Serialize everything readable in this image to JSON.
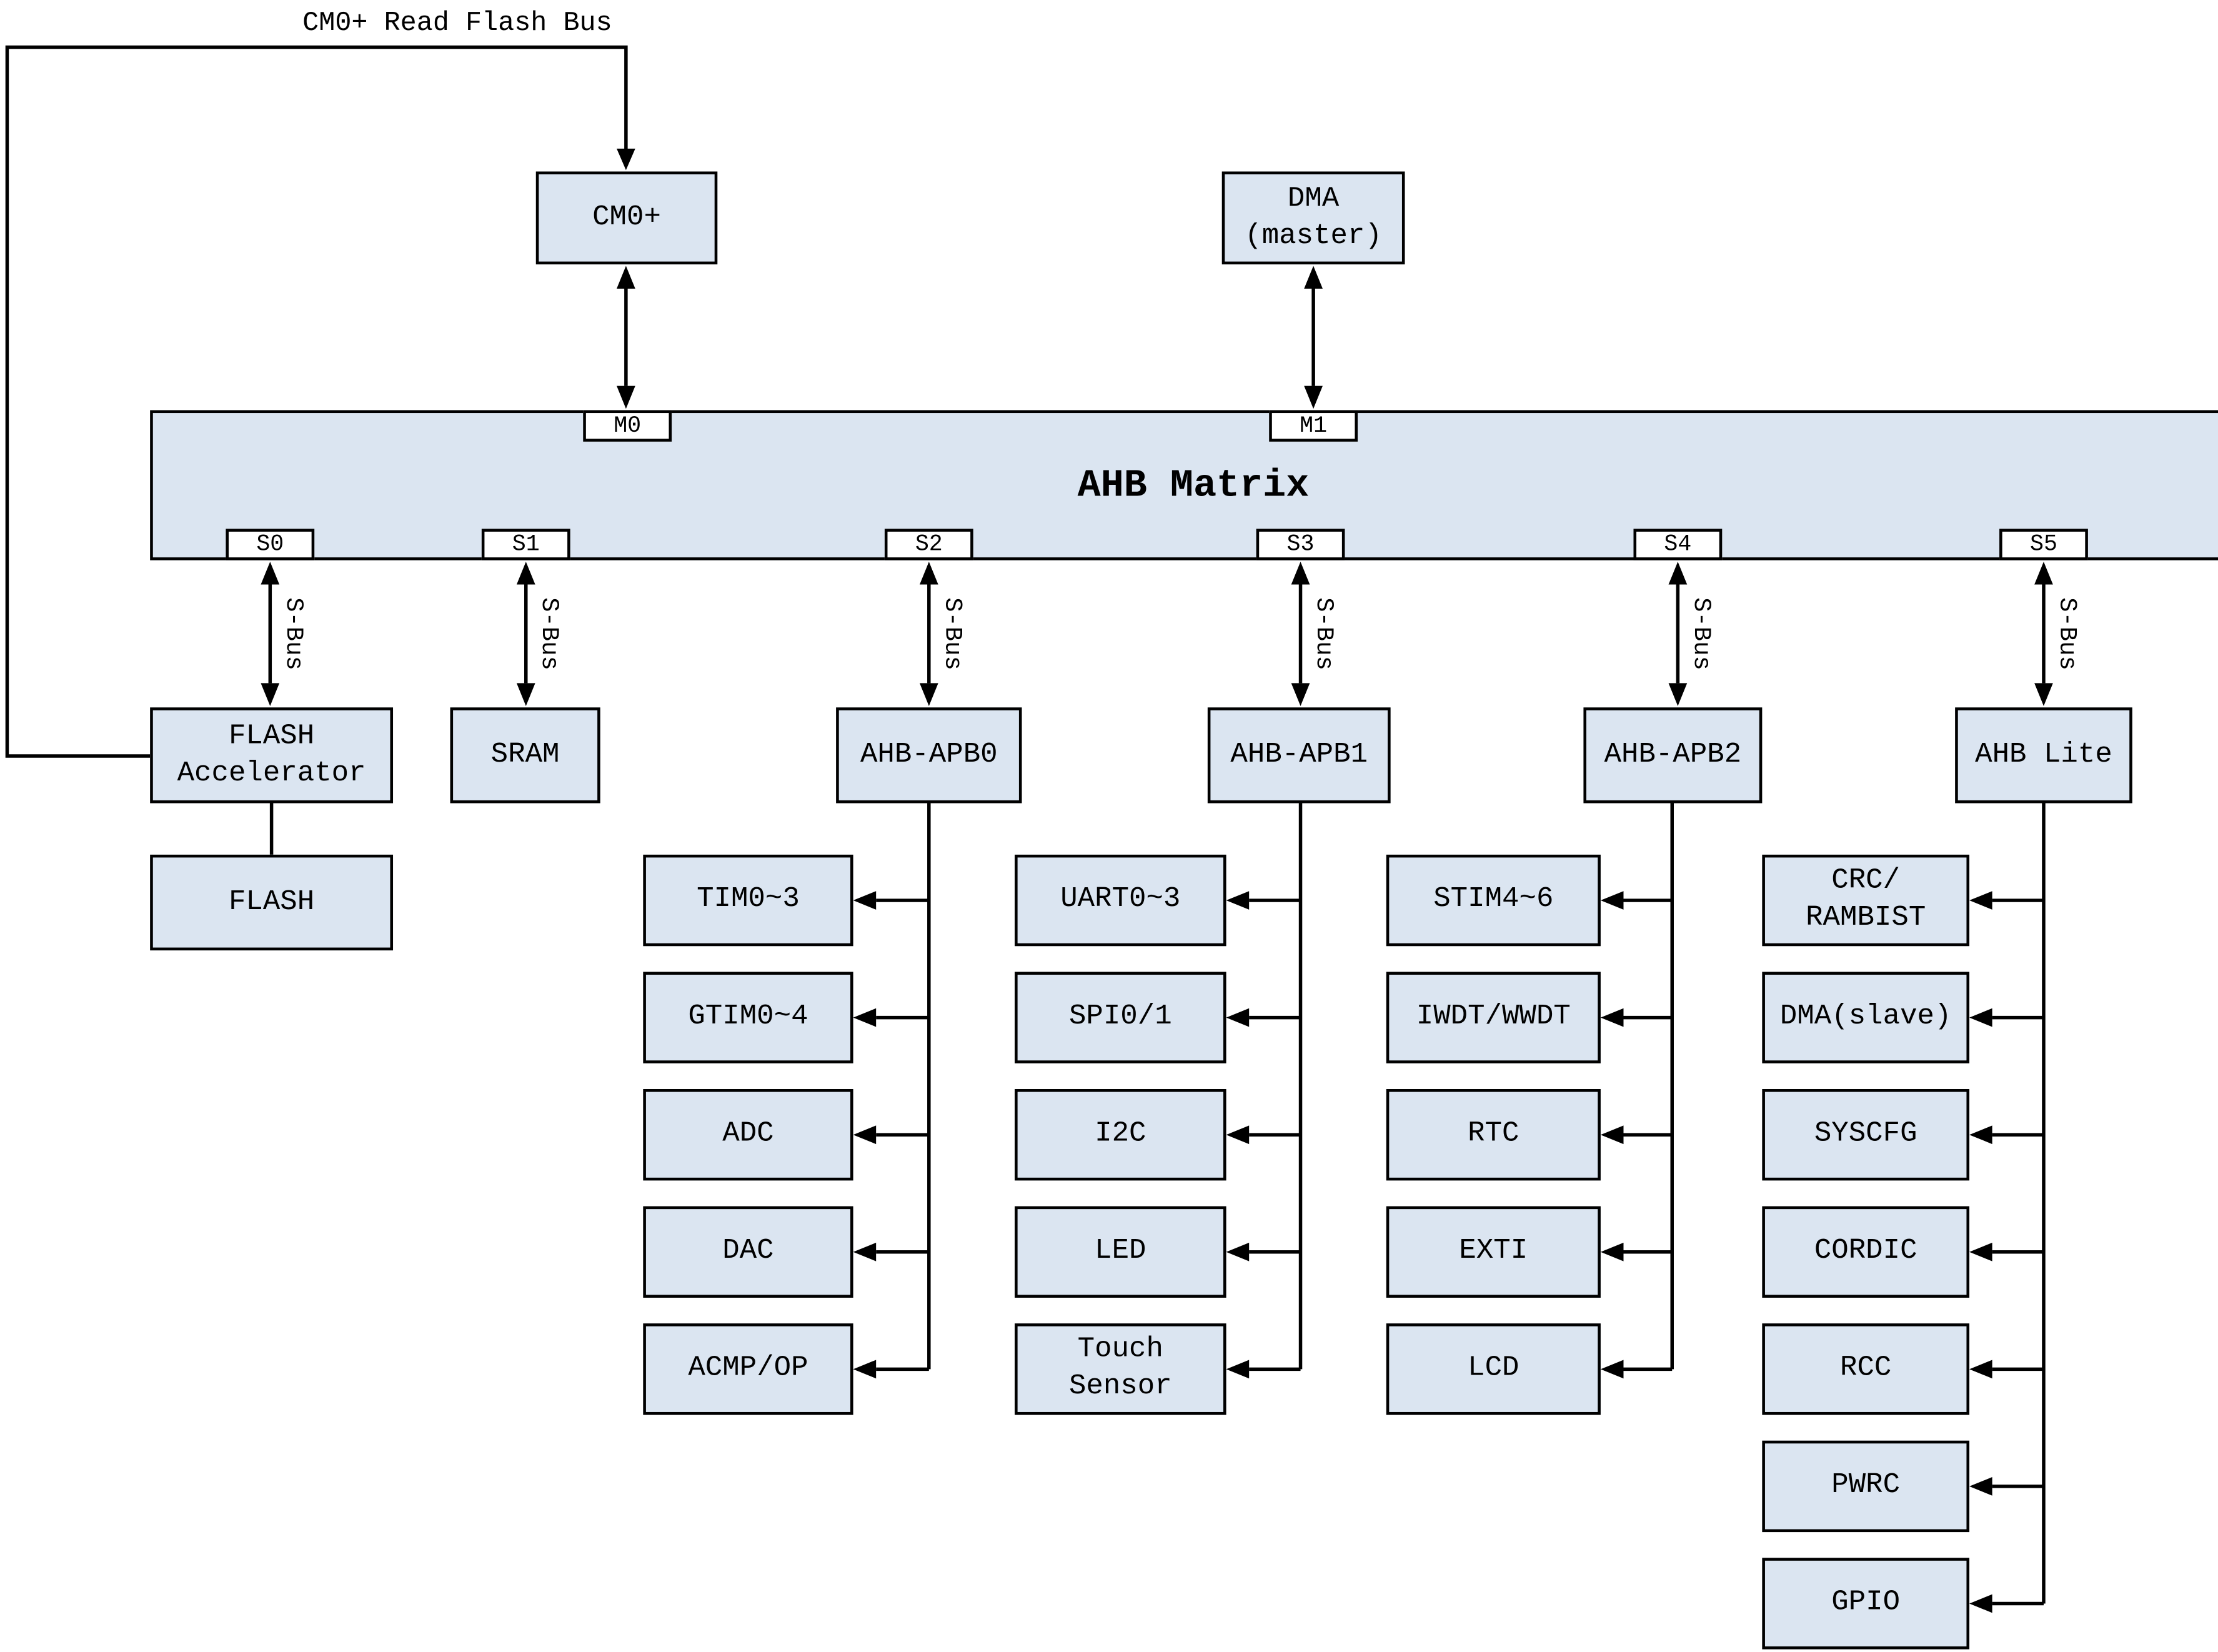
{
  "flash_bus_note": "CM0+ Read Flash Bus",
  "masters": {
    "cm0": "CM0+",
    "dma": "DMA\n(master)"
  },
  "matrix": {
    "title": "AHB Matrix",
    "ports_master": [
      "M0",
      "M1"
    ],
    "ports_slave": [
      "S0",
      "S1",
      "S2",
      "S3",
      "S4",
      "S5"
    ],
    "sbus": "S-Bus"
  },
  "bridges": {
    "flash_accelerator": "FLASH\nAccelerator",
    "flash": "FLASH",
    "sram": "SRAM",
    "ahb_apb0": "AHB-APB0",
    "ahb_apb1": "AHB-APB1",
    "ahb_apb2": "AHB-APB2",
    "ahb_lite": "AHB Lite"
  },
  "peripherals": {
    "apb0": [
      "TIM0~3",
      "GTIM0~4",
      "ADC",
      "DAC",
      "ACMP/OP"
    ],
    "apb1": [
      "UART0~3",
      "SPI0/1",
      "I2C",
      "LED",
      "Touch\nSensor"
    ],
    "apb2": [
      "STIM4~6",
      "IWDT/WWDT",
      "RTC",
      "EXTI",
      "LCD"
    ],
    "ahb_lite": [
      "CRC/\nRAMBIST",
      "DMA(slave)",
      "SYSCFG",
      "CORDIC",
      "RCC",
      "PWRC",
      "GPIO"
    ]
  },
  "colors": {
    "box_fill": "#dbe5f1",
    "line": "#000000",
    "background": "#ffffff"
  }
}
